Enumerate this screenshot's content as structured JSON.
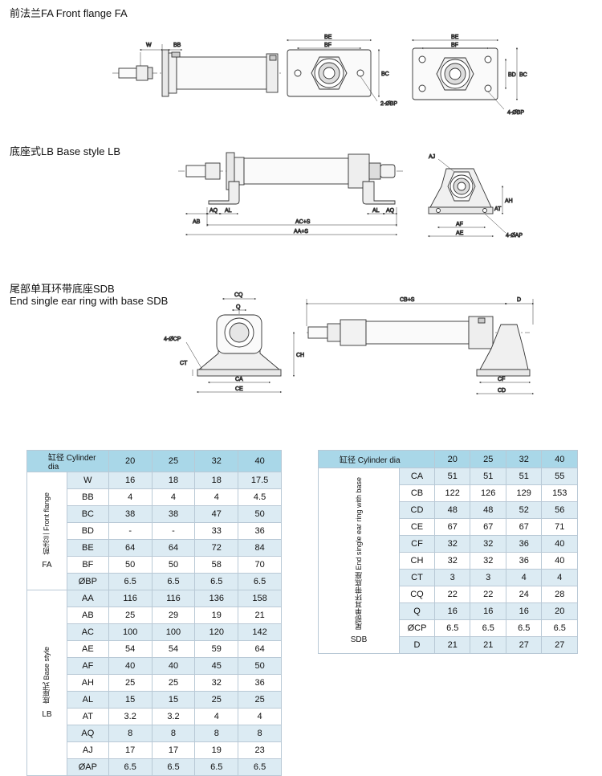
{
  "sections": {
    "fa": {
      "title": "前法兰FA  Front flange FA"
    },
    "lb": {
      "title": "底座式LB  Base style LB"
    },
    "sdb": {
      "title_cn": "尾部单耳环带底座SDB",
      "title_en": "End single ear ring with base SDB"
    }
  },
  "dims": {
    "fa": {
      "w": "W",
      "bb": "BB",
      "be1": "BE",
      "bf1": "BF",
      "bc1": "BC",
      "bp2": "2-ØBP",
      "be2": "BE",
      "bf2": "BF",
      "bd2": "BD",
      "bc2": "BC",
      "bp4": "4-ØBP"
    },
    "lb": {
      "ab": "AB",
      "aq1": "AQ",
      "al1": "AL",
      "al2": "AL",
      "aq2": "AQ",
      "acs": "AC+S",
      "aas": "AA+S",
      "aj": "AJ",
      "ah": "AH",
      "at": "AT",
      "af": "AF",
      "ae": "AE",
      "ap": "4-ØAP"
    },
    "sdb": {
      "cq": "CQ",
      "q": "Q",
      "cp": "4-ØCP",
      "ct": "CT",
      "ch": "CH",
      "ca": "CA",
      "ce": "CE",
      "cbs": "CB+S",
      "d": "D",
      "cf": "CF",
      "cd": "CD"
    }
  },
  "table_left": {
    "header": {
      "label": "缸径 Cylinder dia",
      "sizes": [
        "20",
        "25",
        "32",
        "40"
      ]
    },
    "groups": [
      {
        "cn": "前法兰",
        "en": "Front flange",
        "name": "FA",
        "rows": [
          {
            "param": "W",
            "values": [
              "16",
              "18",
              "18",
              "17.5"
            ]
          },
          {
            "param": "BB",
            "values": [
              "4",
              "4",
              "4",
              "4.5"
            ]
          },
          {
            "param": "BC",
            "values": [
              "38",
              "38",
              "47",
              "50"
            ]
          },
          {
            "param": "BD",
            "values": [
              "-",
              "-",
              "33",
              "36"
            ]
          },
          {
            "param": "BE",
            "values": [
              "64",
              "64",
              "72",
              "84"
            ]
          },
          {
            "param": "BF",
            "values": [
              "50",
              "50",
              "58",
              "70"
            ]
          },
          {
            "param": "ØBP",
            "values": [
              "6.5",
              "6.5",
              "6.5",
              "6.5"
            ]
          }
        ]
      },
      {
        "cn": "底座式",
        "en": "Base style",
        "name": "LB",
        "rows": [
          {
            "param": "AA",
            "values": [
              "116",
              "116",
              "136",
              "158"
            ]
          },
          {
            "param": "AB",
            "values": [
              "25",
              "29",
              "19",
              "21"
            ]
          },
          {
            "param": "AC",
            "values": [
              "100",
              "100",
              "120",
              "142"
            ]
          },
          {
            "param": "AE",
            "values": [
              "54",
              "54",
              "59",
              "64"
            ]
          },
          {
            "param": "AF",
            "values": [
              "40",
              "40",
              "45",
              "50"
            ]
          },
          {
            "param": "AH",
            "values": [
              "25",
              "25",
              "32",
              "36"
            ]
          },
          {
            "param": "AL",
            "values": [
              "15",
              "15",
              "25",
              "25"
            ]
          },
          {
            "param": "AT",
            "values": [
              "3.2",
              "3.2",
              "4",
              "4"
            ]
          },
          {
            "param": "AQ",
            "values": [
              "8",
              "8",
              "8",
              "8"
            ]
          },
          {
            "param": "AJ",
            "values": [
              "17",
              "17",
              "19",
              "23"
            ]
          },
          {
            "param": "ØAP",
            "values": [
              "6.5",
              "6.5",
              "6.5",
              "6.5"
            ]
          }
        ]
      }
    ]
  },
  "table_right": {
    "header": {
      "label": "缸径 Cylinder dia",
      "sizes": [
        "20",
        "25",
        "32",
        "40"
      ]
    },
    "groups": [
      {
        "cn": "尾部单耳环带底座",
        "en": "End single ear ring with base",
        "name": "SDB",
        "rows": [
          {
            "param": "CA",
            "values": [
              "51",
              "51",
              "51",
              "55"
            ]
          },
          {
            "param": "CB",
            "values": [
              "122",
              "126",
              "129",
              "153"
            ]
          },
          {
            "param": "CD",
            "values": [
              "48",
              "48",
              "52",
              "56"
            ]
          },
          {
            "param": "CE",
            "values": [
              "67",
              "67",
              "67",
              "71"
            ]
          },
          {
            "param": "CF",
            "values": [
              "32",
              "32",
              "36",
              "40"
            ]
          },
          {
            "param": "CH",
            "values": [
              "32",
              "32",
              "36",
              "40"
            ]
          },
          {
            "param": "CT",
            "values": [
              "3",
              "3",
              "4",
              "4"
            ]
          },
          {
            "param": "CQ",
            "values": [
              "22",
              "22",
              "24",
              "28"
            ]
          },
          {
            "param": "Q",
            "values": [
              "16",
              "16",
              "16",
              "20"
            ]
          },
          {
            "param": "ØCP",
            "values": [
              "6.5",
              "6.5",
              "6.5",
              "6.5"
            ]
          },
          {
            "param": "D",
            "values": [
              "21",
              "21",
              "27",
              "27"
            ]
          }
        ]
      }
    ]
  },
  "colors": {
    "header_bg": "#a9d7e8",
    "alt_row_bg": "#dcebf3",
    "border": "#b9c9d6"
  }
}
